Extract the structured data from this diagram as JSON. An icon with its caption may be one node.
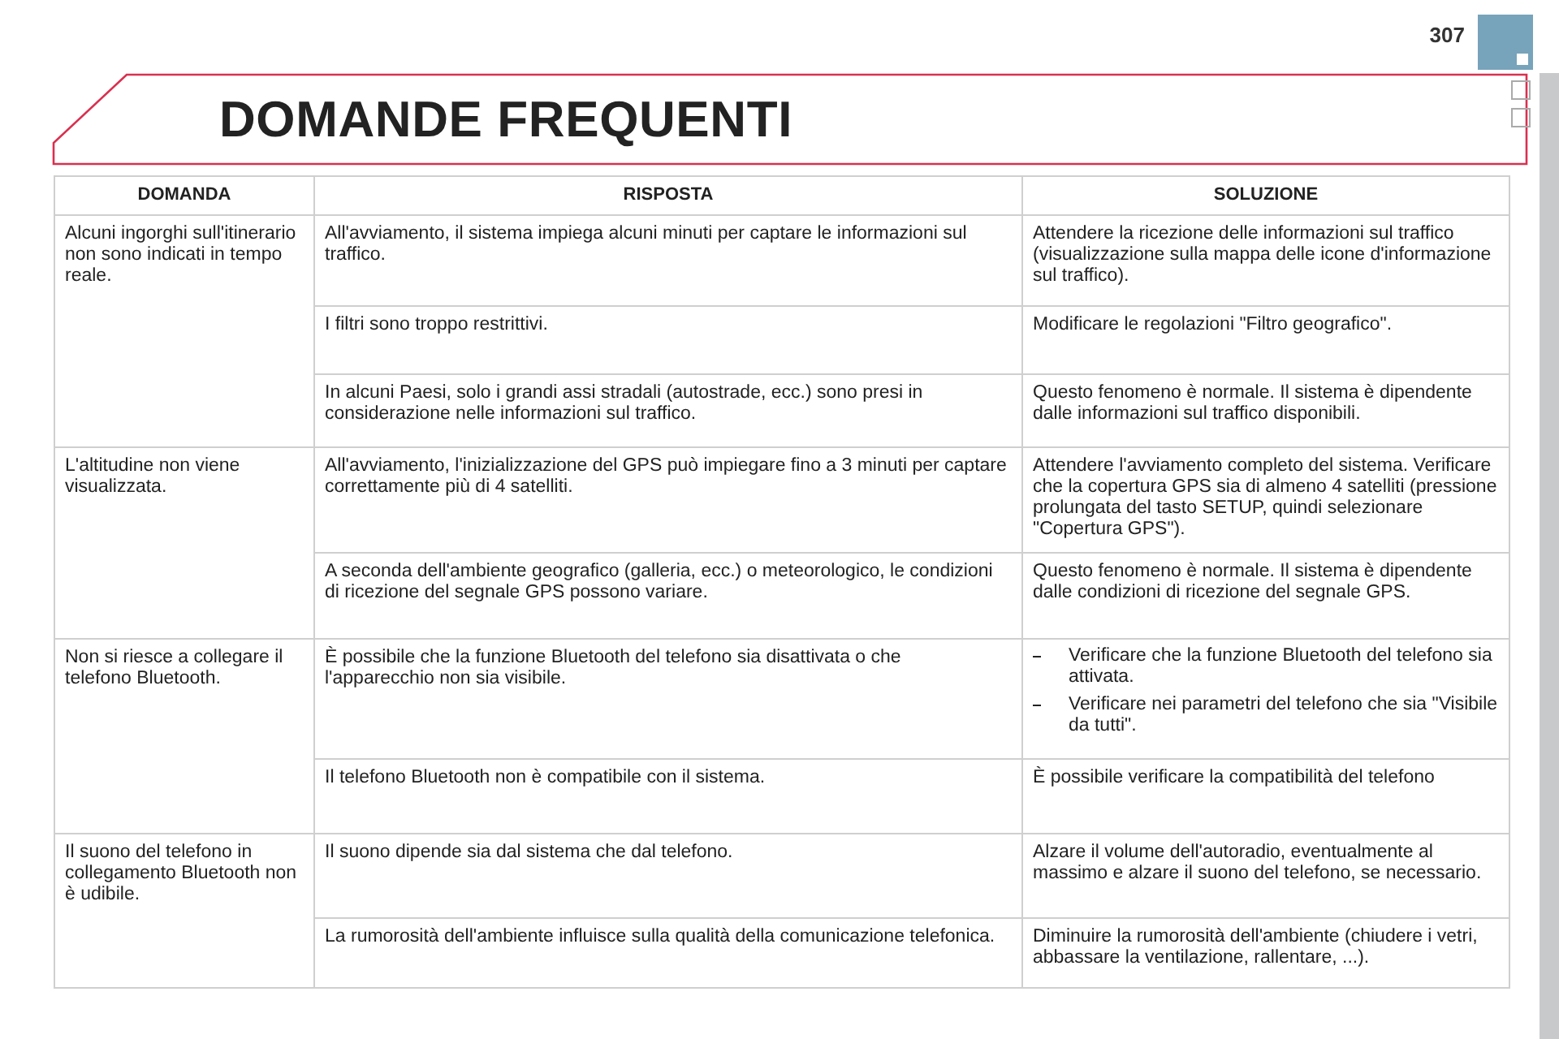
{
  "diagram": {
    "title": "DOMANDE FREQUENTI",
    "labels": [
      "307",
      "DOMANDA",
      "RISPOSTA",
      "SOLUZIONE",
      "Alcuni ingorghi sull'itinerario non sono indicati in tempo reale.",
      "All'avviamento, il sistema impiega alcuni minuti per captare le informazioni sul traffico.",
      "Attendere la ricezione delle informazioni sul traffico (visualizzazione sulla mappa delle icone d'informazione sul traffico).",
      "I filtri sono troppo restrittivi.",
      "Modificare le regolazioni \"Filtro geografico\".",
      "In alcuni Paesi, solo i grandi assi stradali (autostrade, ecc.) sono presi in considerazione nelle informazioni sul traffico.",
      "Questo fenomeno è normale. Il sistema è dipendente dalle informazioni sul traffico disponibili.",
      "L'altitudine non viene visualizzata.",
      "All'avviamento, l'inizializzazione del GPS può impiegare fino a 3 minuti per captare correttamente più di 4 satelliti.",
      "Attendere l'avviamento completo del sistema. Verificare che la copertura GPS sia di almeno 4 satelliti (pressione prolungata del tasto SETUP, quindi selezionare \"Copertura GPS\").",
      "A seconda dell'ambiente geografico (galleria, ecc.) o meteorologico, le condizioni di ricezione del segnale GPS possono variare.",
      "Questo fenomeno è normale. Il sistema è dipendente dalle condizioni di ricezione del segnale GPS.",
      "Non si riesce a collegare il telefono Bluetooth.",
      "È possibile che la funzione Bluetooth del telefono sia disattivata o che l'apparecchio non sia visibile.",
      "Verificare che la funzione Bluetooth del telefono sia attivata.",
      "Verificare nei parametri del telefono che sia \"Visibile da tutti\".",
      "Il telefono Bluetooth non è compatibile con il sistema.",
      "È possibile verificare la compatibilità del telefono",
      "Il suono del telefono in collegamento Bluetooth non è udibile.",
      "Il suono dipende sia dal sistema che dal telefono.",
      "Alzare il volume dell'autoradio, eventualmente al massimo e alzare il suono del telefono, se necessario.",
      "La rumorosità dell'ambiente influisce sulla qualità della comunicazione telefonica.",
      "Diminuire la rumorosità dell'ambiente (chiudere i vetri, abbassare la ventilazione, rallentare, ...)."
    ]
  }
}
